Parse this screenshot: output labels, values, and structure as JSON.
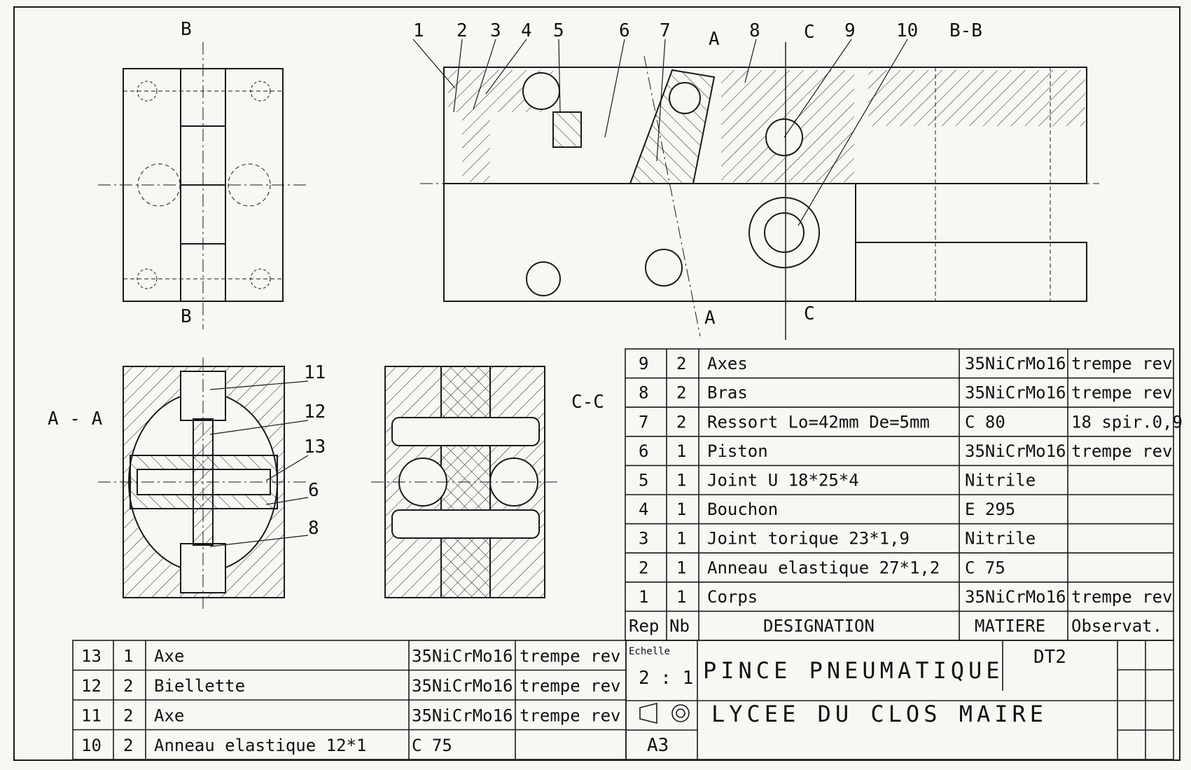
{
  "colors": {
    "ink": "#1a1a1a",
    "paper": "#f7f7f4"
  },
  "views": {
    "section_bb_label": "B-B",
    "section_aa_label": "A - A",
    "section_cc_label": "C-C",
    "cut_b": "B",
    "cut_a": "A",
    "cut_c": "C"
  },
  "callouts": [
    "1",
    "2",
    "3",
    "4",
    "5",
    "6",
    "7",
    "8",
    "9",
    "10",
    "11",
    "12",
    "13",
    "6",
    "8"
  ],
  "parts_table": {
    "rows": [
      {
        "rep": "9",
        "nb": "2",
        "designation": "Axes",
        "matiere": "35NiCrMo16",
        "observation": "trempe rev"
      },
      {
        "rep": "8",
        "nb": "2",
        "designation": "Bras",
        "matiere": "35NiCrMo16",
        "observation": "trempe rev"
      },
      {
        "rep": "7",
        "nb": "2",
        "designation": "Ressort Lo=42mm De=5mm",
        "matiere": "C 80",
        "observation": "18 spir.0,9"
      },
      {
        "rep": "6",
        "nb": "1",
        "designation": "Piston",
        "matiere": "35NiCrMo16",
        "observation": "trempe rev"
      },
      {
        "rep": "5",
        "nb": "1",
        "designation": "Joint U 18*25*4",
        "matiere": "Nitrile",
        "observation": ""
      },
      {
        "rep": "4",
        "nb": "1",
        "designation": "Bouchon",
        "matiere": "E 295",
        "observation": ""
      },
      {
        "rep": "3",
        "nb": "1",
        "designation": "Joint torique 23*1,9",
        "matiere": "Nitrile",
        "observation": ""
      },
      {
        "rep": "2",
        "nb": "1",
        "designation": "Anneau elastique 27*1,2",
        "matiere": "C 75",
        "observation": ""
      },
      {
        "rep": "1",
        "nb": "1",
        "designation": "Corps",
        "matiere": "35NiCrMo16",
        "observation": "trempe rev"
      }
    ],
    "header": {
      "rep": "Rep",
      "nb": "Nb",
      "designation": "DESIGNATION",
      "matiere": "MATIERE",
      "observation": "Observat."
    }
  },
  "lower_table": {
    "rows": [
      {
        "rep": "13",
        "nb": "1",
        "designation": "Axe",
        "matiere": "35NiCrMo16",
        "observation": "trempe rev"
      },
      {
        "rep": "12",
        "nb": "2",
        "designation": "Biellette",
        "matiere": "35NiCrMo16",
        "observation": "trempe rev"
      },
      {
        "rep": "11",
        "nb": "2",
        "designation": "Axe",
        "matiere": "35NiCrMo16",
        "observation": "trempe rev"
      },
      {
        "rep": "10",
        "nb": "2",
        "designation": "Anneau elastique 12*1",
        "matiere": "C 75",
        "observation": ""
      }
    ]
  },
  "title_block": {
    "scale_label": "Echelle",
    "scale_value": "2 : 1",
    "title": "PINCE PNEUMATIQUE",
    "school": "LYCEE DU CLOS MAIRE",
    "doc_id": "DT2",
    "format": "A3"
  }
}
